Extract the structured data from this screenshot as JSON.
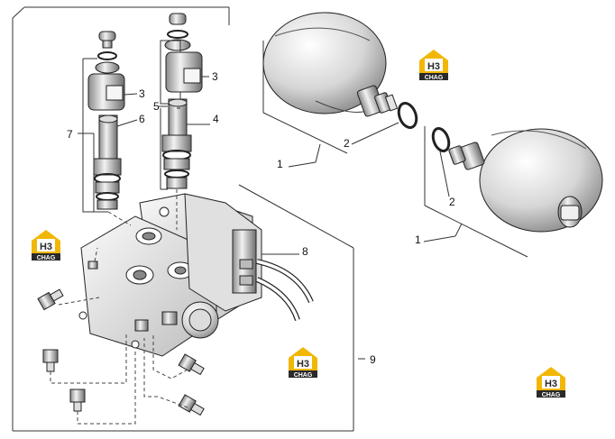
{
  "callouts": [
    {
      "id": "c1a",
      "text": "1"
    },
    {
      "id": "c1b",
      "text": "1"
    },
    {
      "id": "c2a",
      "text": "2"
    },
    {
      "id": "c2b",
      "text": "2"
    },
    {
      "id": "c3a",
      "text": "3"
    },
    {
      "id": "c3b",
      "text": "3"
    },
    {
      "id": "c4",
      "text": "4"
    },
    {
      "id": "c5",
      "text": "5"
    },
    {
      "id": "c6",
      "text": "6"
    },
    {
      "id": "c7",
      "text": "7"
    },
    {
      "id": "c8",
      "text": "8"
    },
    {
      "id": "c9",
      "text": "9"
    }
  ],
  "watermark": {
    "letters": "H3",
    "word": "CHAG",
    "colors": {
      "yellow": "#f2b705",
      "dark": "#2a2a2a"
    }
  }
}
